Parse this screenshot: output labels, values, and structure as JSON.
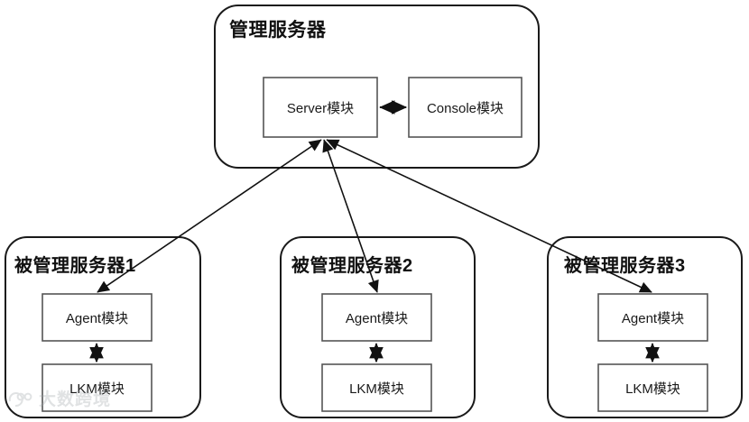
{
  "diagram": {
    "title_top": "管理服务器",
    "managed_group_titles": [
      "被管理服务器1",
      "被管理服务器2",
      "被管理服务器3"
    ],
    "top_modules": {
      "server": "Server模块",
      "console": "Console模块"
    },
    "node_modules": {
      "agent": "Agent模块",
      "lkm": "LKM模块"
    },
    "connections": [
      {
        "from": "Server模块",
        "to": "Console模块",
        "type": "bidirectional"
      },
      {
        "from": "Server模块",
        "to": "被管理服务器1 / Agent模块",
        "type": "bidirectional"
      },
      {
        "from": "Server模块",
        "to": "被管理服务器2 / Agent模块",
        "type": "bidirectional"
      },
      {
        "from": "Server模块",
        "to": "被管理服务器3 / Agent模块",
        "type": "bidirectional"
      },
      {
        "from": "Agent模块",
        "to": "LKM模块",
        "type": "bidirectional"
      }
    ],
    "colors": {
      "stroke": "#1a1a1a",
      "background": "#ffffff",
      "text": "#111111",
      "watermark": "#9aa0a6"
    },
    "watermark_text": "大数跨境"
  }
}
